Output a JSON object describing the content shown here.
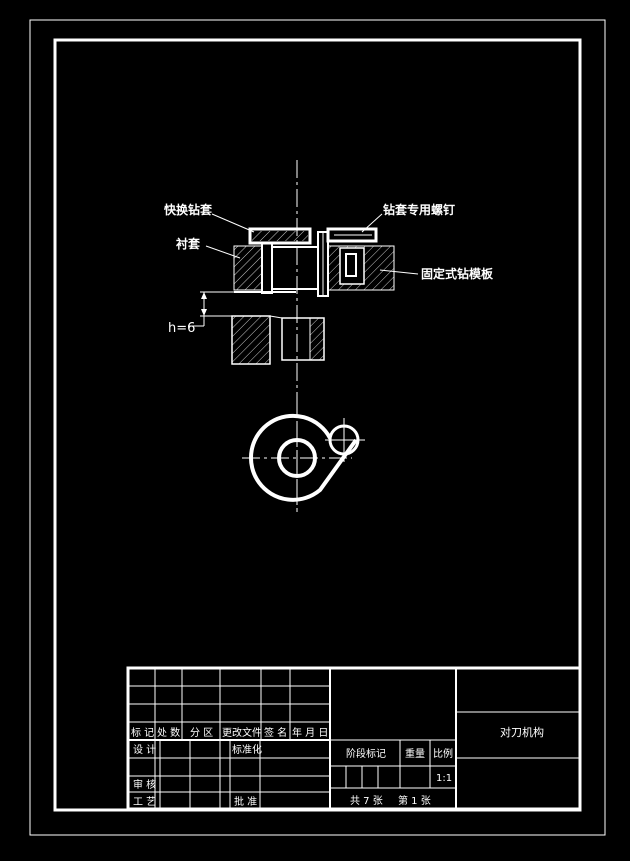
{
  "drawing": {
    "callouts": {
      "quick_change_bushing": "快换钻套",
      "liner": "衬套",
      "bushing_screw": "钻套专用螺钉",
      "fixed_drill_plate": "固定式钻模板",
      "gap_dimension": "h=6"
    }
  },
  "title_block": {
    "header_row": {
      "mark": "标 记",
      "count": "处 数",
      "zone": "分 区",
      "change_doc": "更改文件",
      "signature": "签 名",
      "date": "年 月 日"
    },
    "design": "设 计",
    "standardization": "标准化",
    "review": "审 核",
    "process": "工 艺",
    "approve": "批 准",
    "stage_mark": "阶段标记",
    "weight": "重量",
    "scale_label": "比例",
    "scale_value": "1:1",
    "sheets": "共 7 张",
    "sheet_no": "第 1 张",
    "drawing_title": "对刀机构"
  }
}
